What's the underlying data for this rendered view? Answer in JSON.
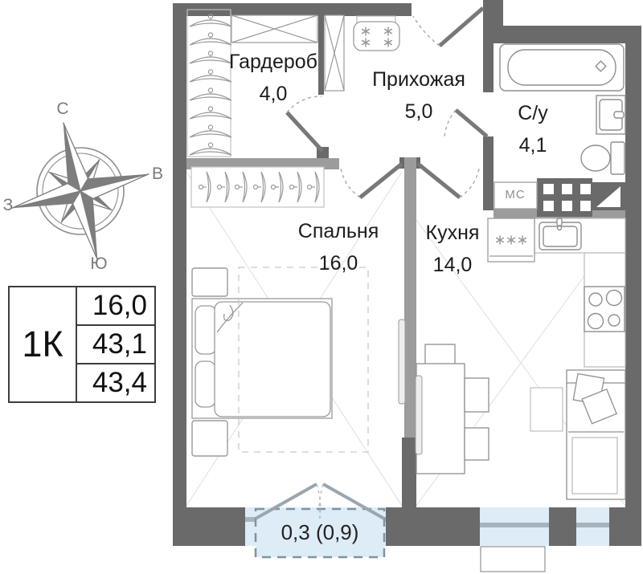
{
  "colors": {
    "wall": "#6a6a6a",
    "partition": "#9c9c9c",
    "glass": "#ddecf7",
    "glass_frame": "#a7b3bd",
    "furniture_outline": "#8f8f8f",
    "faint_line": "#e4e4e4",
    "label_text": "#1c1c1c",
    "muted_text": "#8f8f8f",
    "table_border": "#3d3d3d",
    "compass_gray": "#7d7d7d"
  },
  "compass": {
    "north": "С",
    "east": "В",
    "west": "З",
    "south": "Ю"
  },
  "info_table": {
    "unit_type": "1К",
    "rows": [
      "16,0",
      "43,1",
      "43,4"
    ]
  },
  "rooms": {
    "wardrobe": {
      "name": "Гардероб",
      "area": "4,0"
    },
    "hallway": {
      "name": "Прихожая",
      "area": "5,0"
    },
    "bathroom": {
      "name": "С/у",
      "area": "4,1"
    },
    "bedroom": {
      "name": "Спальня",
      "area": "16,0"
    },
    "kitchen": {
      "name": "Кухня",
      "area": "14,0"
    }
  },
  "balcony": {
    "label": "0,3 (0,9)"
  },
  "appliances": {
    "washing_machine": "МС"
  }
}
